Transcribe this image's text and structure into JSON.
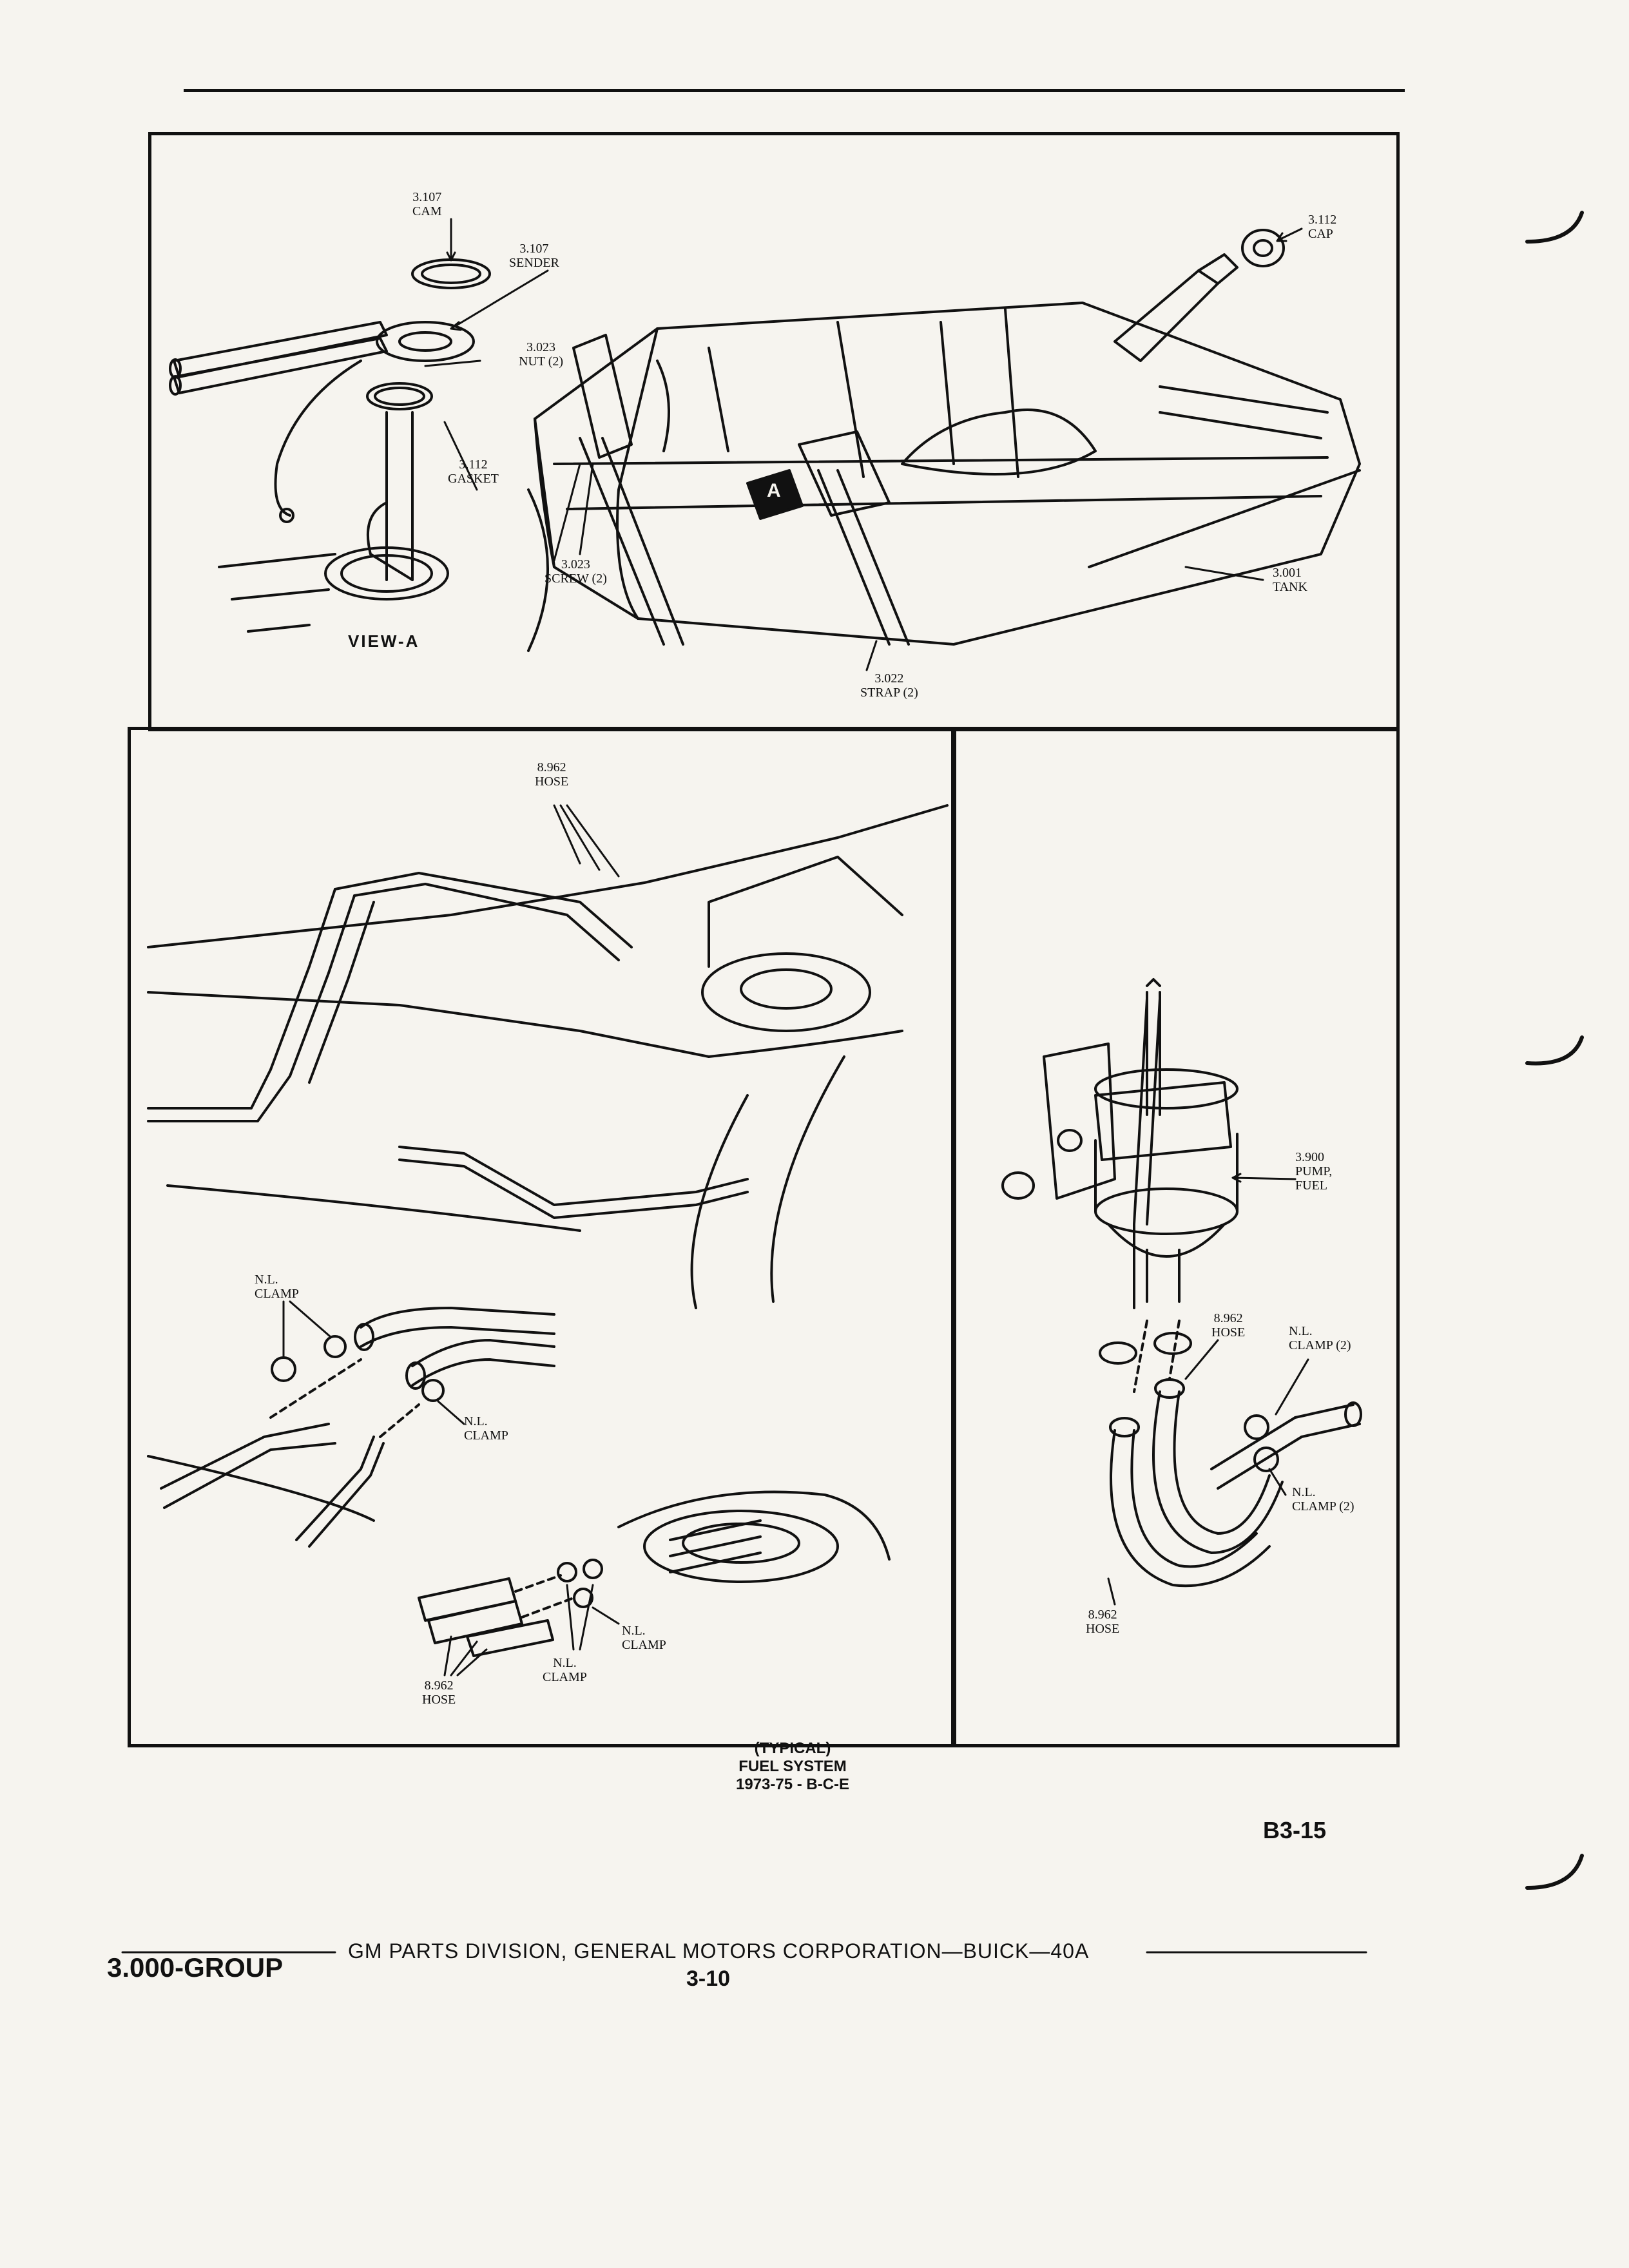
{
  "labels": {
    "cam": [
      "3.107",
      "CAM"
    ],
    "sender": [
      "3.107",
      "SENDER"
    ],
    "nut": [
      "3.023",
      "NUT (2)"
    ],
    "gasket": [
      "3.112",
      "GASKET"
    ],
    "screw": [
      "3.023",
      "SCREW (2)"
    ],
    "cap": [
      "3.112",
      "CAP"
    ],
    "tank": [
      "3.001",
      "TANK"
    ],
    "strap": [
      "3.022",
      "STRAP (2)"
    ],
    "hose_top": [
      "8.962",
      "HOSE"
    ],
    "clamp_left": [
      "N.L.",
      "CLAMP"
    ],
    "clamp_mid": [
      "N.L.",
      "CLAMP"
    ],
    "clamp_low_right": [
      "N.L.",
      "CLAMP"
    ],
    "hose_bottom": [
      "8.962",
      "HOSE"
    ],
    "clamp_bottom": [
      "N.L.",
      "CLAMP"
    ],
    "pump": [
      "3.900",
      "PUMP,",
      "FUEL"
    ],
    "hose_pump": [
      "8.962",
      "HOSE"
    ],
    "clamp2_top": [
      "N.L.",
      "CLAMP (2)"
    ],
    "clamp2_bottom": [
      "N.L.",
      "CLAMP (2)"
    ],
    "hose_pump_bottom": [
      "8.962",
      "HOSE"
    ]
  },
  "view_label": "VIEW-A",
  "view_marker": "A",
  "caption": [
    "(TYPICAL)",
    "FUEL SYSTEM",
    "1973-75 - B-C-E"
  ],
  "page_id": "B3-15",
  "footer": {
    "group": "3.000-GROUP",
    "division": "GM PARTS DIVISION, GENERAL MOTORS CORPORATION—BUICK—40A",
    "page_number": "3-10"
  }
}
